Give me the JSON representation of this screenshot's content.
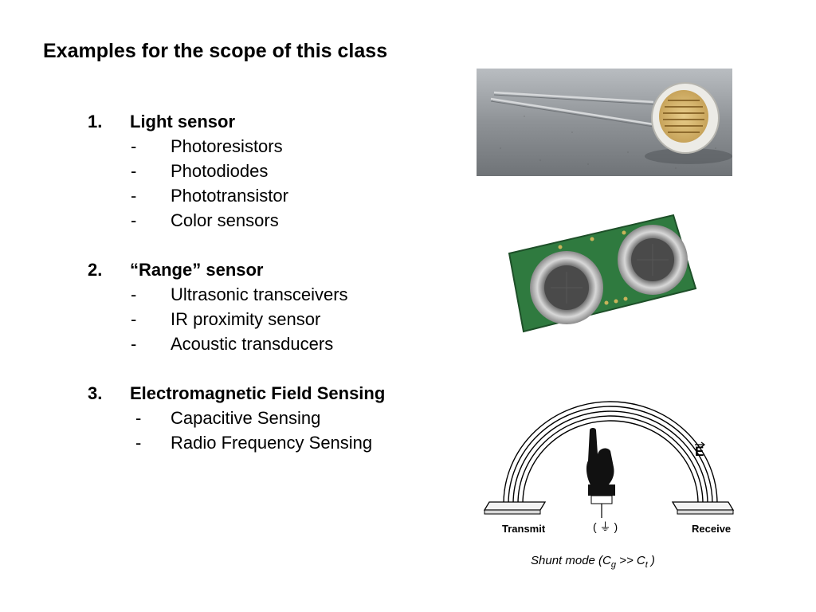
{
  "slide": {
    "title": "Examples for the scope of this class",
    "sections": [
      {
        "number": "1.",
        "heading": "Light sensor",
        "items": [
          "Photoresistors",
          "Photodiodes",
          "Phototransistor",
          "Color sensors"
        ]
      },
      {
        "number": "2.",
        "heading": "“Range” sensor",
        "items": [
          "Ultrasonic transceivers",
          "IR proximity sensor",
          "Acoustic transducers"
        ]
      },
      {
        "number": "3.",
        "heading": "Electromagnetic Field Sensing",
        "items": [
          "Capacitive Sensing",
          "Radio Frequency Sensing"
        ]
      }
    ],
    "bullet": "-"
  },
  "diagram": {
    "transmit_label": "Transmit",
    "receive_label": "Receive",
    "field_label": "E",
    "ground_label": "( ⏚ )",
    "caption_prefix": "Shunt mode  (C",
    "caption_sub1": "g",
    "caption_mid": " >> C",
    "caption_sub2": "t",
    "caption_suffix": " )"
  }
}
